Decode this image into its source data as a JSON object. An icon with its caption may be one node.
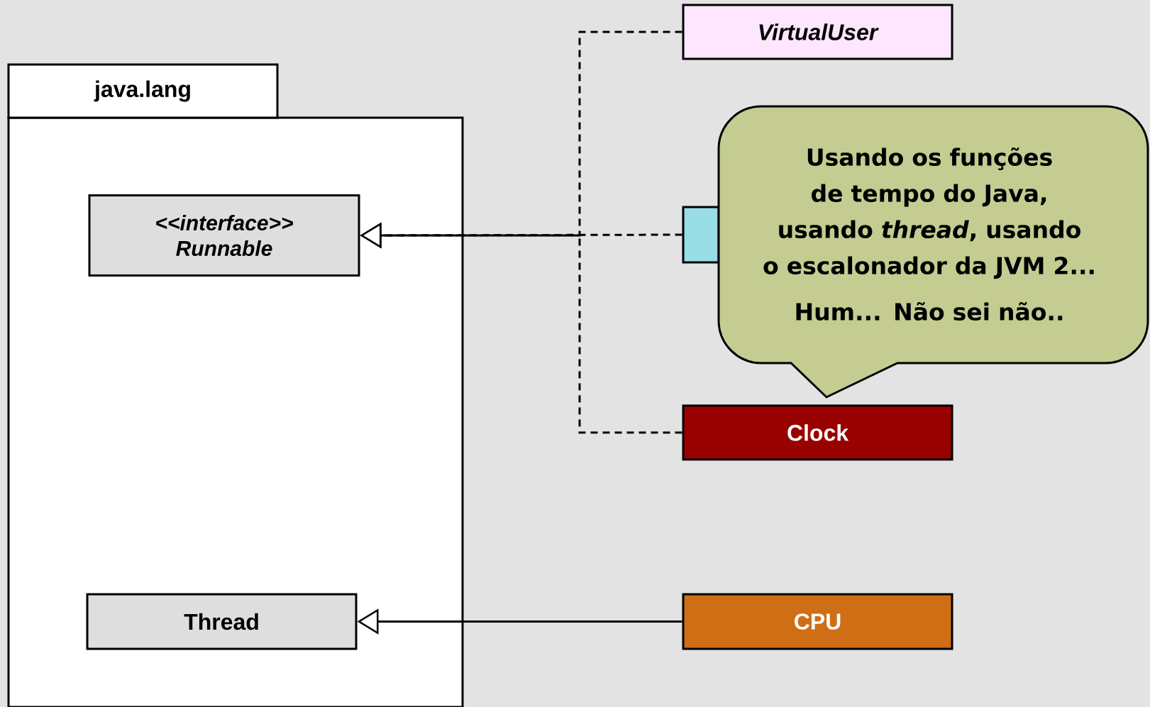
{
  "diagram": {
    "nodes": [
      {
        "text": [
          "java.lang"
        ]
      },
      {
        "text": [
          "<<interface>>",
          "Runnable"
        ],
        "in": 0
      },
      {
        "text": [
          "VirtualUser"
        ]
      },
      {
        "text": [],
        "shape": "box"
      },
      {
        "text": [
          "Usando os funções de tempo do Java, usando *thread*, usando o escalonador da JVM 2...",
          "Hum... Não sei não.."
        ]
      },
      {
        "text": [
          "Clock"
        ]
      },
      {
        "text": [
          "Thread"
        ],
        "in": 0
      },
      {
        "text": [
          "CPU"
        ]
      }
    ],
    "edges": [
      {
        "from": 2,
        "to": 1,
        "arrow": "to",
        "style": "dashed"
      },
      {
        "from": 3,
        "to": 1,
        "arrow": "to",
        "style": "dashed"
      },
      {
        "from": 5,
        "to": 1,
        "arrow": "to",
        "style": "dashed"
      },
      {
        "from": 7,
        "to": 6,
        "arrow": "to"
      }
    ]
  }
}
